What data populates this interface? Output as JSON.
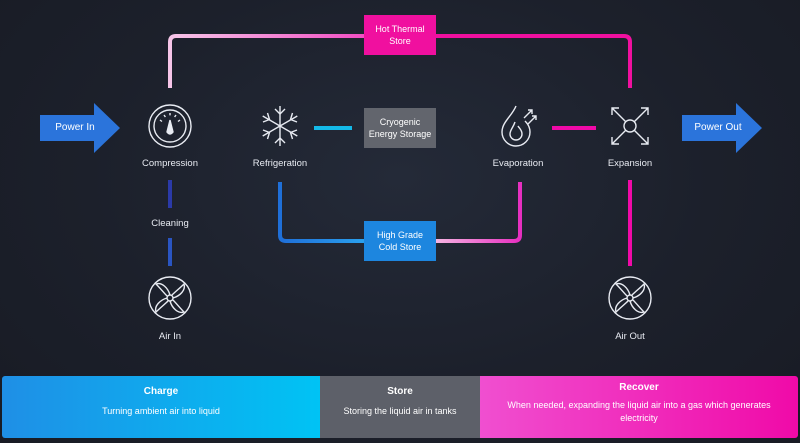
{
  "arrows": {
    "power_in": "Power In",
    "power_out": "Power Out"
  },
  "stages": {
    "compression": "Compression",
    "refrigeration": "Refrigeration",
    "evaporation": "Evaporation",
    "expansion": "Expansion",
    "cleaning": "Cleaning",
    "air_in": "Air In",
    "air_out": "Air Out"
  },
  "stores": {
    "hot_thermal": "Hot Thermal Store",
    "cryogenic": "Cryogenic Energy Storage",
    "cold_store": "High Grade Cold Store"
  },
  "panels": {
    "charge": {
      "title": "Charge",
      "desc": "Turning ambient air into liquid"
    },
    "store": {
      "title": "Store",
      "desc": "Storing the liquid air in tanks"
    },
    "recover": {
      "title": "Recover",
      "desc": "When needed, expanding the liquid air into a gas which generates electricity"
    }
  },
  "colors": {
    "charge_blue": "#1e88e5",
    "cyan": "#00c0f0",
    "store_grey": "#5d6069",
    "magenta": "#f00aa8",
    "pink_light": "#f7b6e3",
    "dark_blue": "#2b3aa8"
  }
}
